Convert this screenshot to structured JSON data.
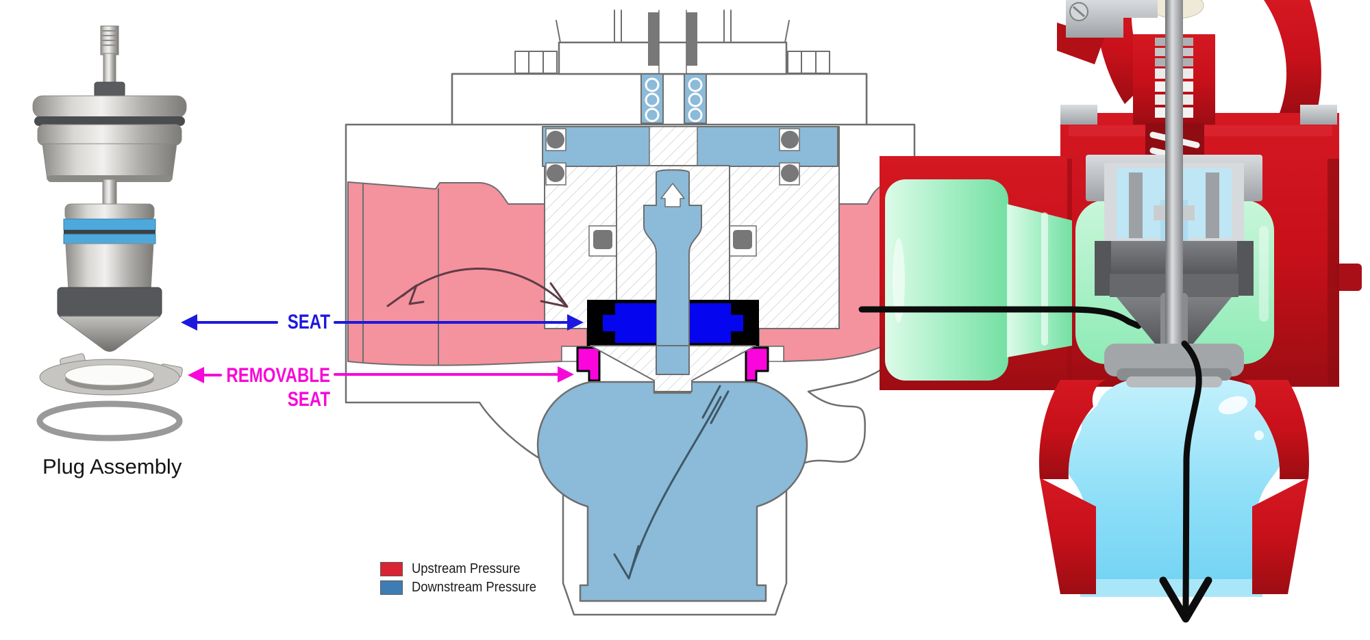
{
  "left_panel": {
    "caption": "Plug Assembly"
  },
  "callouts": {
    "seat": {
      "label": "SEAT",
      "color": "#1d18dd"
    },
    "removable_seat": {
      "label_line1": "REMOVABLE",
      "label_line2": "SEAT",
      "color": "#f708d8"
    }
  },
  "legend": {
    "items": [
      {
        "label": "Upstream Pressure",
        "color": "#d82433"
      },
      {
        "label": "Downstream Pressure",
        "color": "#3e7db4"
      }
    ]
  },
  "palette": {
    "upstream_pink": "#f4929e",
    "downstream_blue": "#8cbad9",
    "seat_blue": "#0505f0",
    "removable_seat_magenta": "#fa05dc",
    "outline_gray": "#6e6e6e",
    "cutaway_body_red": "#c8101a",
    "cutaway_inlet_green": "#8be9b4",
    "cutaway_outlet_blue": "#7fd9f6",
    "flow_arrow_black": "#0c0c0c"
  }
}
